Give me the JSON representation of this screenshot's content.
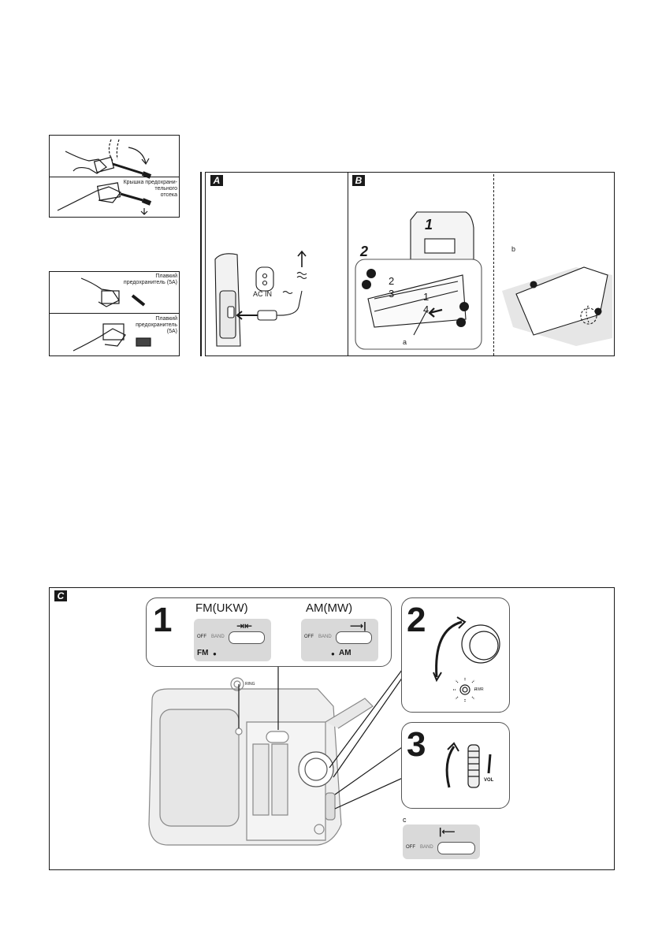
{
  "fuse_top": {
    "cover_label": "Крышка предохрани-\nтельного\nотсека"
  },
  "fuse_bottom": {
    "fuse_label_1": "Плавкий\nпредохранитель (5A)",
    "fuse_label_2": "Плавкий\nпредохранитель\n(5A)"
  },
  "panel_a": {
    "tag": "A",
    "ac_in": "AC IN"
  },
  "panel_b": {
    "tag": "B",
    "step1": "1",
    "step2": "2",
    "label_a": "a",
    "label_b": "b",
    "cells": [
      "2",
      "3",
      "1",
      "4"
    ]
  },
  "panel_c": {
    "tag": "C",
    "step1": "1",
    "step2": "2",
    "step3": "3",
    "fm_title": "FM(UKW)",
    "am_title": "AM(MW)",
    "fm_state": "FM",
    "am_state": "AM",
    "band": "BAND",
    "off": "OFF",
    "ring": "RING",
    "vol": "VOL",
    "pwr": "PWR",
    "label_c": "c"
  }
}
